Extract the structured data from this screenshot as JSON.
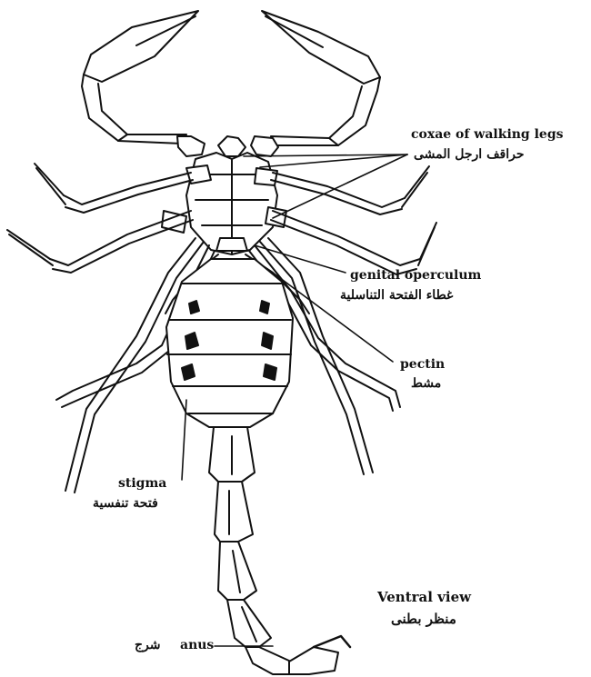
{
  "figure": {
    "view_en": "Ventral view",
    "view_ar": "منظر بطنى"
  },
  "labels": {
    "coxae": {
      "en": "coxae of walking legs",
      "ar": "حراقف ارجل المشى"
    },
    "genital_operculum": {
      "en": "genital operculum",
      "ar": "غطاء الفتحة التناسلية"
    },
    "pectin": {
      "en": "pectin",
      "ar": "مشط"
    },
    "stigma": {
      "en": "stigma",
      "ar": "فتحة تنفسية"
    },
    "anus": {
      "en": "anus",
      "ar": "شرج"
    }
  }
}
